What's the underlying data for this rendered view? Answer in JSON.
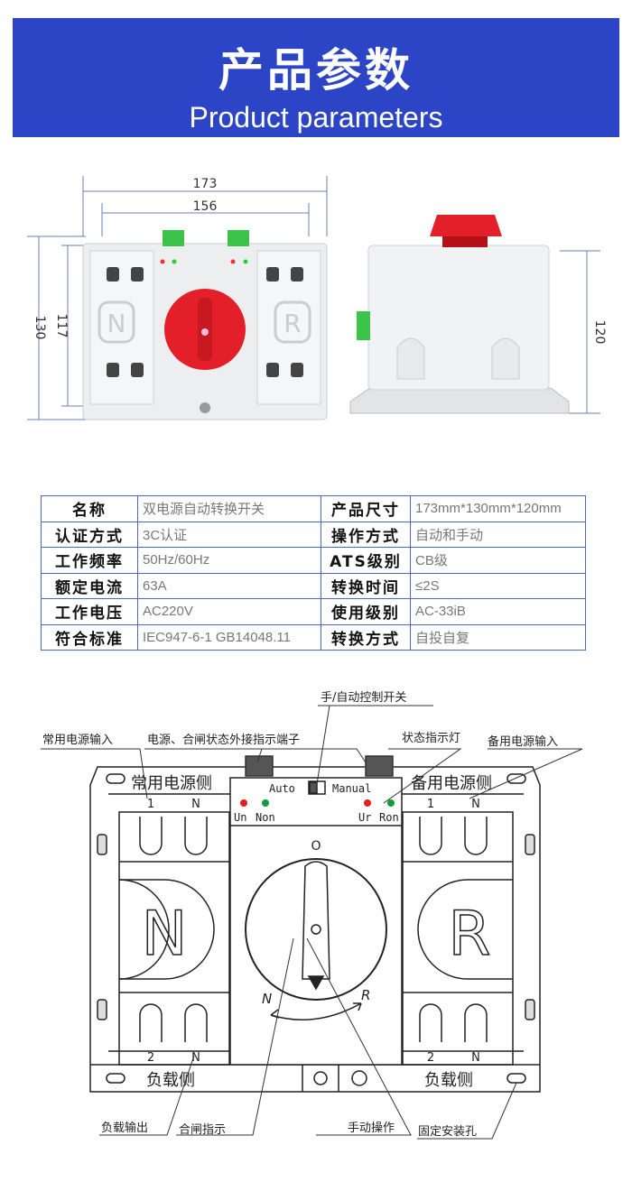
{
  "header": {
    "title_cn": "产品参数",
    "title_en": "Product parameters",
    "bg_color": "#2c45c6"
  },
  "dimensions": {
    "width_total": "173",
    "width_inner": "156",
    "height_total": "130",
    "height_inner": "117",
    "depth": "120"
  },
  "spec_table": [
    {
      "k1": "名称",
      "v1": "双电源自动转换开关",
      "k2": "产品尺寸",
      "v2": "173mm*130mm*120mm"
    },
    {
      "k1": "认证方式",
      "v1": "3C认证",
      "k2": "操作方式",
      "v2": "自动和手动"
    },
    {
      "k1": "工作频率",
      "v1": "50Hz/60Hz",
      "k2": "ATS级别",
      "v2": "CB级"
    },
    {
      "k1": "额定电流",
      "v1": "63A",
      "k2": "转换时间",
      "v2": "≤2S"
    },
    {
      "k1": "工作电压",
      "v1": "AC220V",
      "k2": "使用级别",
      "v2": "AC-33iB"
    },
    {
      "k1": "符合标准",
      "v1": "IEC947-6-1  GB14048.11",
      "k2": "转换方式",
      "v2": "自投自复"
    }
  ],
  "diagram": {
    "callouts": {
      "switch": "手/自动控制开关",
      "normal_input": "常用电源输入",
      "terminal": "电源、合闸状态外接指示端子",
      "status_light": "状态指示灯",
      "backup_input": "备用电源输入",
      "load_output": "负载输出",
      "closing_indicator": "合闸指示",
      "manual_op": "手动操作",
      "mount_hole": "固定安装孔"
    },
    "panel": {
      "normal_side": "常用电源侧",
      "backup_side": "备用电源侧",
      "load_side": "负载侧",
      "auto": "Auto",
      "manual": "Manual",
      "un": "Un",
      "non": "Non",
      "ur": "Ur",
      "ron": "Ron",
      "term1": "1",
      "termN": "N",
      "term2": "2",
      "letter_n": "N",
      "letter_r": "R",
      "pos_o": "O",
      "pos_n": "N",
      "pos_r": "R"
    }
  }
}
